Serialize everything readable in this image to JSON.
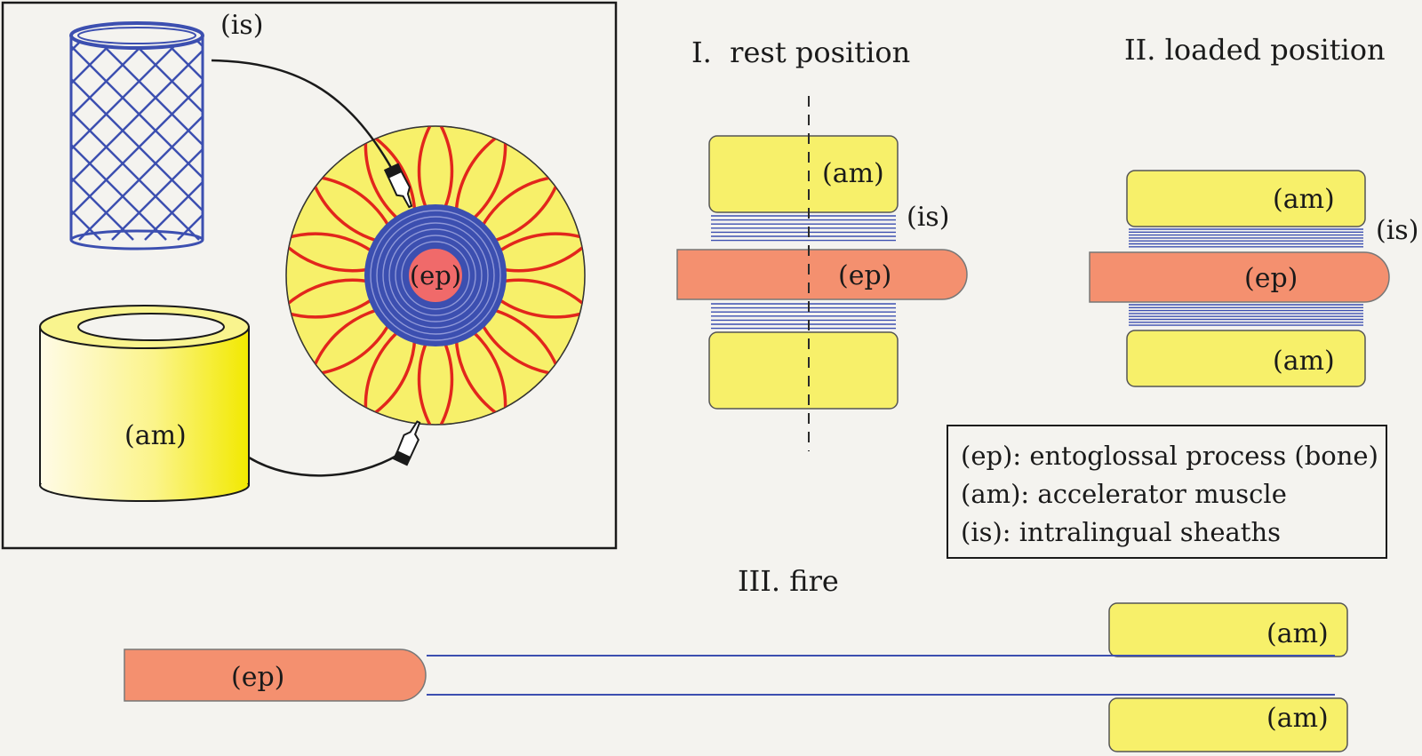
{
  "inset": {
    "is_label": "(is)",
    "am_label": "(am)",
    "ep_label": "(ep)"
  },
  "rest": {
    "title": "I.  rest position",
    "am_label": "(am)",
    "is_label": "(is)",
    "ep_label": "(ep)"
  },
  "loaded": {
    "title": "II. loaded position",
    "am_top_label": "(am)",
    "am_bottom_label": "(am)",
    "is_label": "(is)",
    "ep_label": "(ep)"
  },
  "fire": {
    "title": "III. fire",
    "ep_label": "(ep)",
    "am_top_label": "(am)",
    "am_bottom_label": "(am)"
  },
  "legend": {
    "ep": "(ep): entoglossal process (bone)",
    "am": "(am): accelerator muscle",
    "is": "(is): intralingual sheaths"
  },
  "colors": {
    "muscle_yellow": "#f7f06a",
    "bone_salmon": "#f4906f",
    "sheath_blue": "#3c4fb0",
    "fiber_red": "#e2261c",
    "inner_red": "#f06a6a"
  }
}
